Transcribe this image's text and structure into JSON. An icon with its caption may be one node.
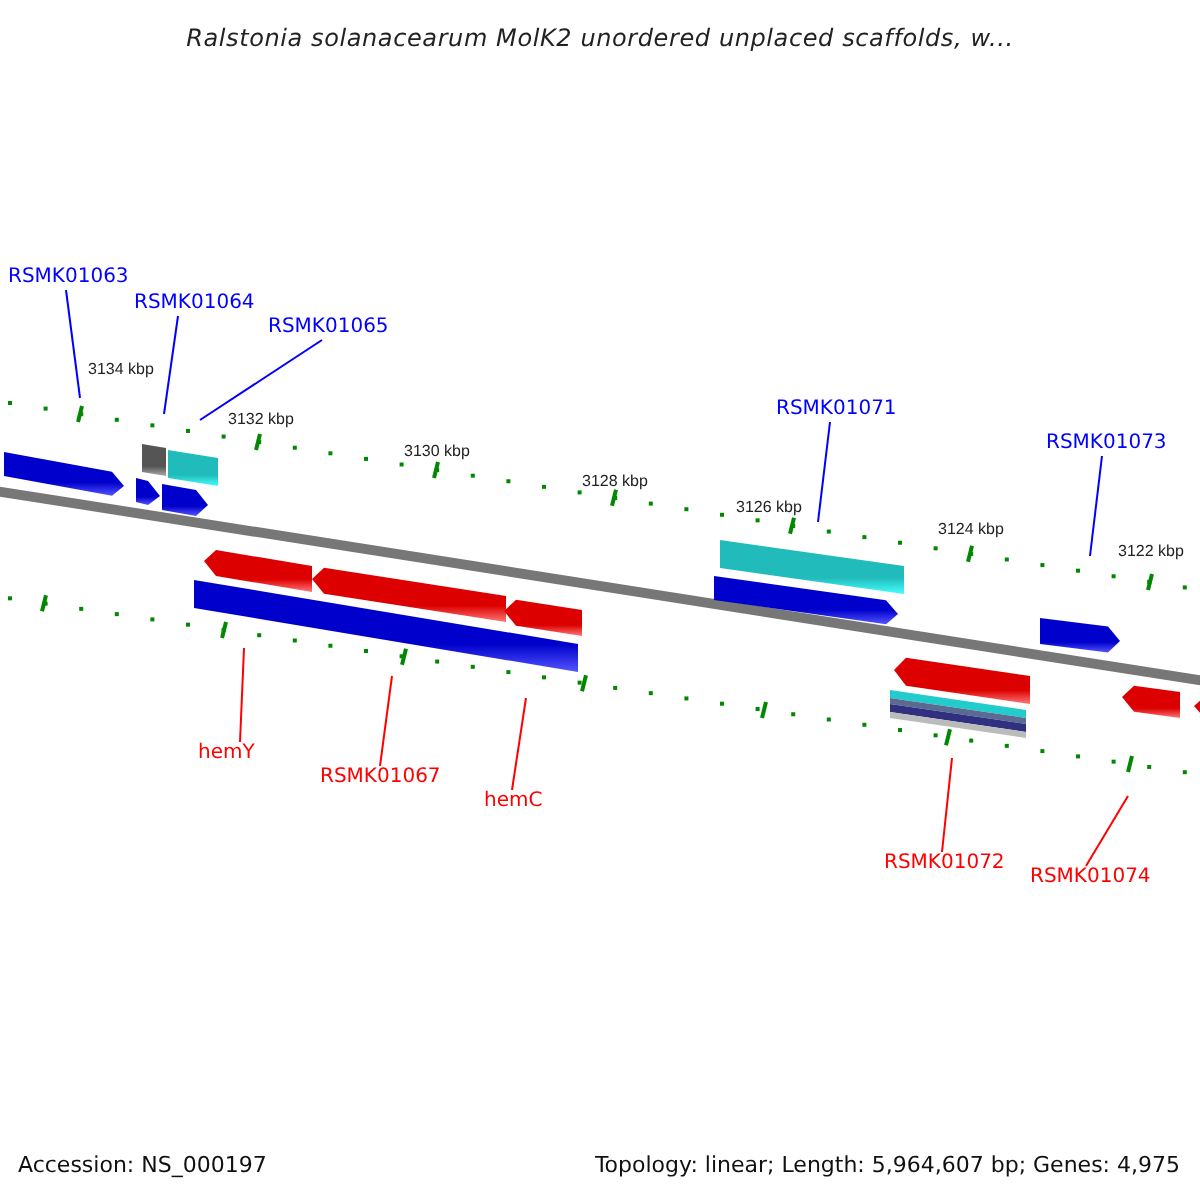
{
  "diagram": {
    "title": "Ralstonia solanacearum MolK2 unordered unplaced scaffolds, w...",
    "nodes": [
      {
        "text": [
          "RSMK01063"
        ]
      },
      {
        "text": [
          "RSMK01064"
        ]
      },
      {
        "text": [
          "RSMK01065"
        ]
      },
      {
        "text": [
          "RSMK01071"
        ]
      },
      {
        "text": [
          "RSMK01073"
        ]
      },
      {
        "text": [
          "hemY"
        ]
      },
      {
        "text": [
          "RSMK01067"
        ]
      },
      {
        "text": [
          "hemC"
        ]
      },
      {
        "text": [
          "RSMK01072"
        ]
      },
      {
        "text": [
          "RSMK01074"
        ]
      }
    ],
    "edges": [
      {
        "from": 0,
        "to": null,
        "arrow": "none",
        "color": "#0000ff"
      },
      {
        "from": 1,
        "to": null,
        "arrow": "none",
        "color": "#0000ff"
      },
      {
        "from": 2,
        "to": null,
        "arrow": "none",
        "color": "#0000ff"
      },
      {
        "from": 3,
        "to": null,
        "arrow": "none",
        "color": "#0000ff"
      },
      {
        "from": 4,
        "to": null,
        "arrow": "none",
        "color": "#0000ff"
      },
      {
        "from": 5,
        "to": null,
        "arrow": "none",
        "color": "#ff0000"
      },
      {
        "from": 6,
        "to": null,
        "arrow": "none",
        "color": "#ff0000"
      },
      {
        "from": 7,
        "to": null,
        "arrow": "none",
        "color": "#ff0000"
      },
      {
        "from": 8,
        "to": null,
        "arrow": "none",
        "color": "#ff0000"
      },
      {
        "from": 9,
        "to": null,
        "arrow": "none",
        "color": "#ff0000"
      }
    ],
    "labels": [
      "3134 kbp",
      "3132 kbp",
      "3130 kbp",
      "3128 kbp",
      "3126 kbp",
      "3124 kbp",
      "3122 kbp",
      "Accession: NS_000197",
      "Topology: linear; Length: 5,964,607 bp; Genes: 4,975"
    ]
  }
}
